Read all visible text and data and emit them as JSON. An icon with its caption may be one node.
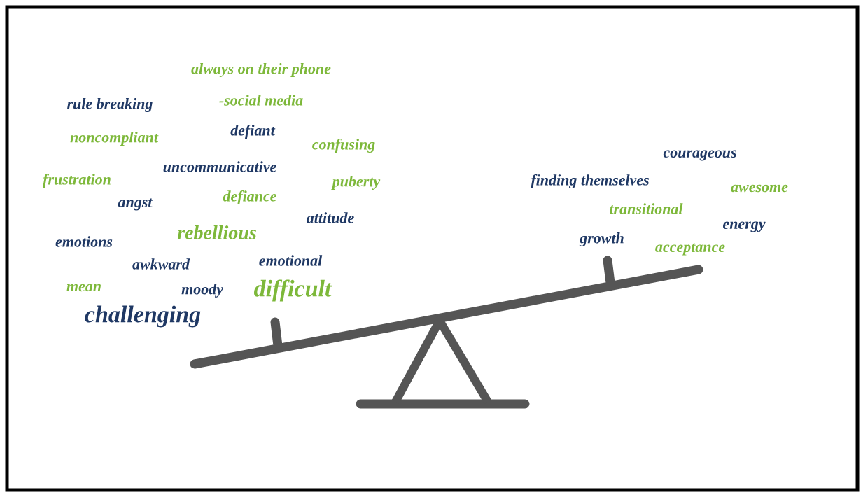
{
  "diagram": {
    "labels": [
      "always on their phone",
      "rule breaking",
      "-social media",
      "noncompliant",
      "defiant",
      "confusing",
      "uncommunicative",
      "frustration",
      "puberty",
      "angst",
      "defiance",
      "attitude",
      "rebellious",
      "emotions",
      "awkward",
      "emotional",
      "mean",
      "moody",
      "difficult",
      "challenging",
      "courageous",
      "finding themselves",
      "awesome",
      "transitional",
      "energy",
      "growth",
      "acceptance"
    ]
  }
}
